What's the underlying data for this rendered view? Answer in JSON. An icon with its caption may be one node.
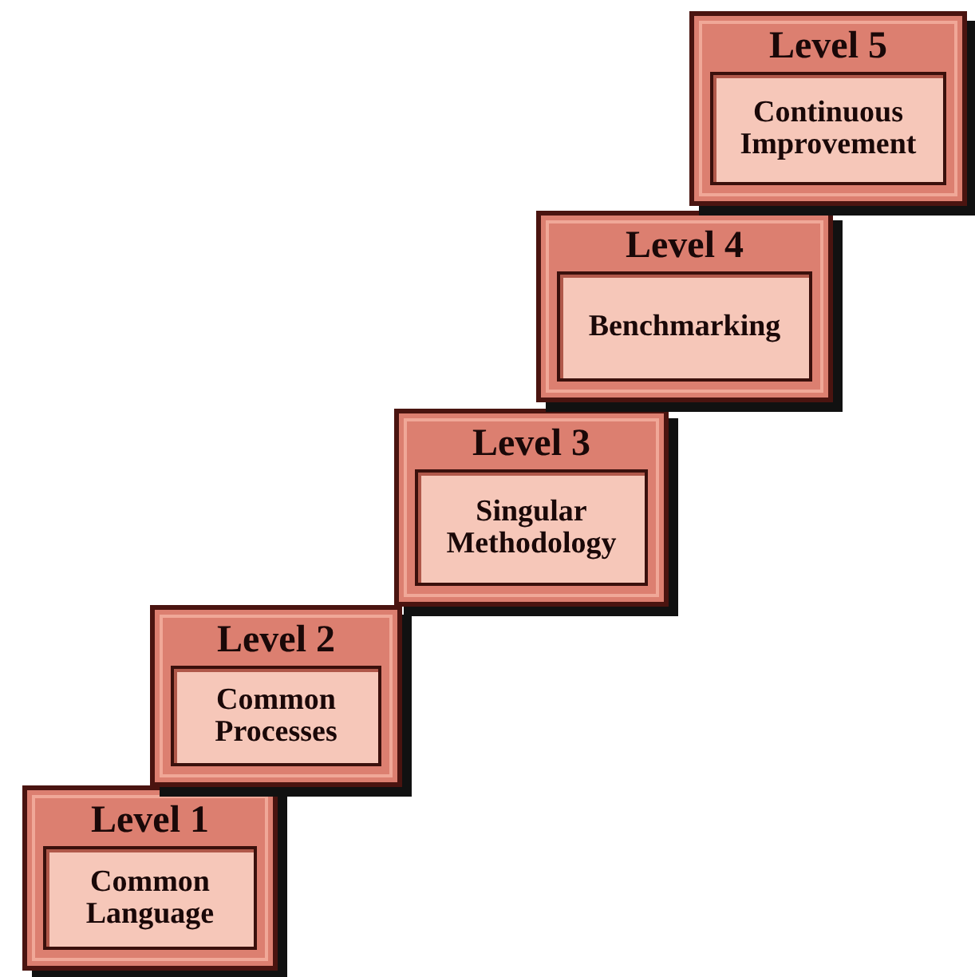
{
  "diagram": {
    "nodes": [
      {
        "text": [
          "Level 1",
          "Common Language"
        ]
      },
      {
        "text": [
          "Level 2",
          "Common Processes"
        ]
      },
      {
        "text": [
          "Level 3",
          "Singular Methodology"
        ]
      },
      {
        "text": [
          "Level 4",
          "Benchmarking"
        ]
      },
      {
        "text": [
          "Level 5",
          "Continuous Improvement"
        ]
      }
    ],
    "edges": []
  }
}
